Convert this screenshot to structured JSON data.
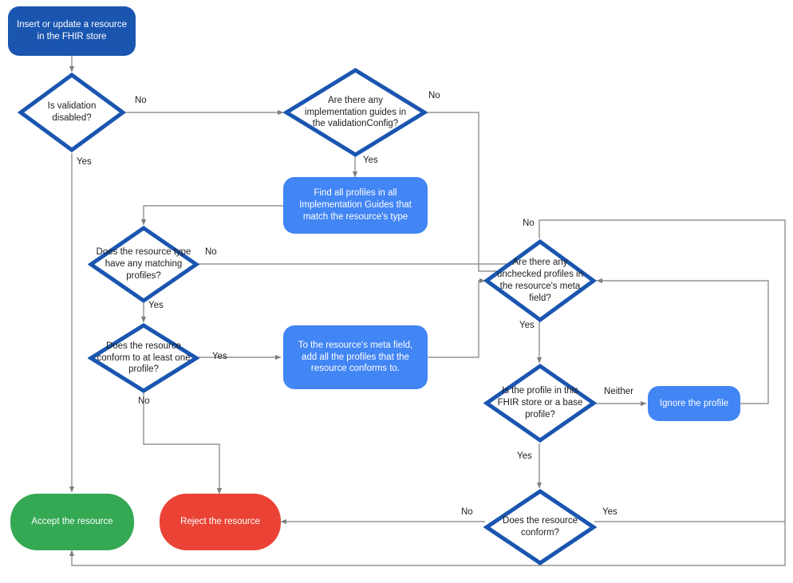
{
  "diagram": {
    "title": "FHIR resource validation flow",
    "colors": {
      "start": "#1a56b0",
      "process": "#4285f4",
      "accept": "#34a853",
      "reject": "#ea4335",
      "decision_border": "#1a56b0",
      "decision_fill": "#ffffff",
      "edge": "#7f7f7f",
      "text_dark": "#202124",
      "text_light": "#ffffff"
    },
    "nodes": {
      "start": {
        "label": "Insert or update a resource in the FHIR store",
        "type": "terminal"
      },
      "validation_disabled": {
        "label": "Is validation disabled?",
        "type": "decision"
      },
      "implementation_guides": {
        "label": "Are there any implementation guides in the validationConfig?",
        "type": "decision"
      },
      "find_profiles": {
        "label": "Find all profiles in all Implementation Guides that match the resource's type",
        "type": "process"
      },
      "matching_profiles": {
        "label": "Does the resource type have any matching profiles?",
        "type": "decision"
      },
      "conform_one_profile": {
        "label": "Does the resource conform to at least one profile?",
        "type": "decision"
      },
      "add_profiles_meta": {
        "label": "To the resource's meta field, add all the profiles that the resource conforms to.",
        "type": "process"
      },
      "unchecked_profiles": {
        "label": "Are there any unchecked profiles in the resource's meta field?",
        "type": "decision"
      },
      "profile_in_store": {
        "label": "Is the profile in this FHIR store or a base profile?",
        "type": "decision"
      },
      "ignore_profile": {
        "label": "Ignore the profile",
        "type": "process"
      },
      "resource_conform": {
        "label": "Does the resource conform?",
        "type": "decision"
      },
      "accept": {
        "label": "Accept the resource",
        "type": "terminal"
      },
      "reject": {
        "label": "Reject the resource",
        "type": "terminal"
      }
    },
    "edge_labels": {
      "validation_disabled_no": "No",
      "validation_disabled_yes": "Yes",
      "implementation_guides_no": "No",
      "implementation_guides_yes": "Yes",
      "matching_profiles_no": "No",
      "matching_profiles_yes": "Yes",
      "conform_one_profile_yes": "Yes",
      "conform_one_profile_no": "No",
      "unchecked_profiles_no": "No",
      "unchecked_profiles_yes": "Yes",
      "profile_in_store_neither": "Neither",
      "profile_in_store_yes": "Yes",
      "resource_conform_no": "No",
      "resource_conform_yes": "Yes"
    }
  }
}
